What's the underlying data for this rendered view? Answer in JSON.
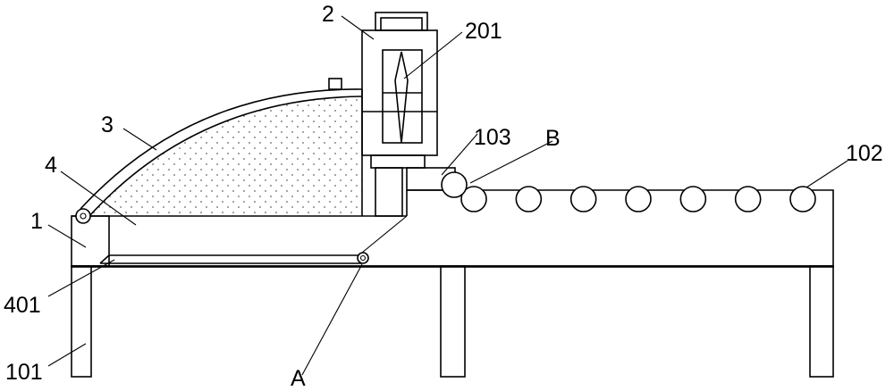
{
  "labels": {
    "frame": "1",
    "leg": "101",
    "roller_row": "102",
    "roller_first": "103",
    "motor_unit": "2",
    "blade": "201",
    "cover": "3",
    "hopper": "4",
    "rail": "401",
    "detail_a": "A",
    "detail_b": "B"
  },
  "roller_count": 7
}
